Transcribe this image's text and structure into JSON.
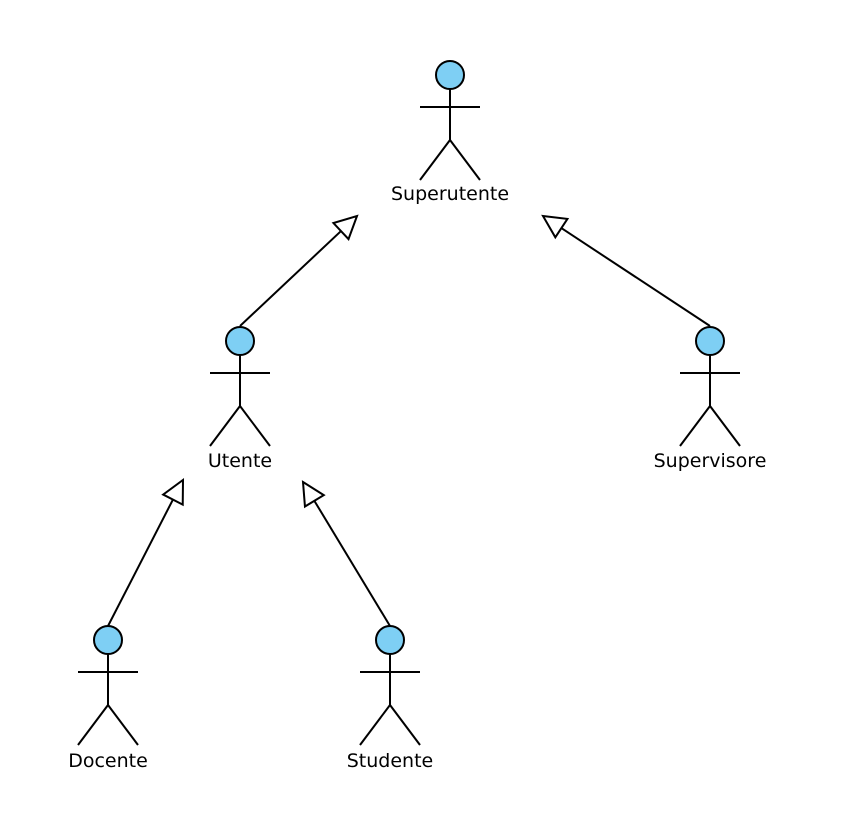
{
  "diagram": {
    "type": "uml-use-case-actor-generalization",
    "colors": {
      "actor_head_fill": "#7ECFF4",
      "stroke": "#000000",
      "background": "#FFFFFF"
    },
    "actors": [
      {
        "id": "superutente",
        "name": "Superutente"
      },
      {
        "id": "utente",
        "name": "Utente"
      },
      {
        "id": "supervisore",
        "name": "Supervisore"
      },
      {
        "id": "docente",
        "name": "Docente"
      },
      {
        "id": "studente",
        "name": "Studente"
      }
    ],
    "generalizations": [
      {
        "child": "utente",
        "parent": "superutente"
      },
      {
        "child": "supervisore",
        "parent": "superutente"
      },
      {
        "child": "docente",
        "parent": "utente"
      },
      {
        "child": "studente",
        "parent": "utente"
      }
    ]
  }
}
